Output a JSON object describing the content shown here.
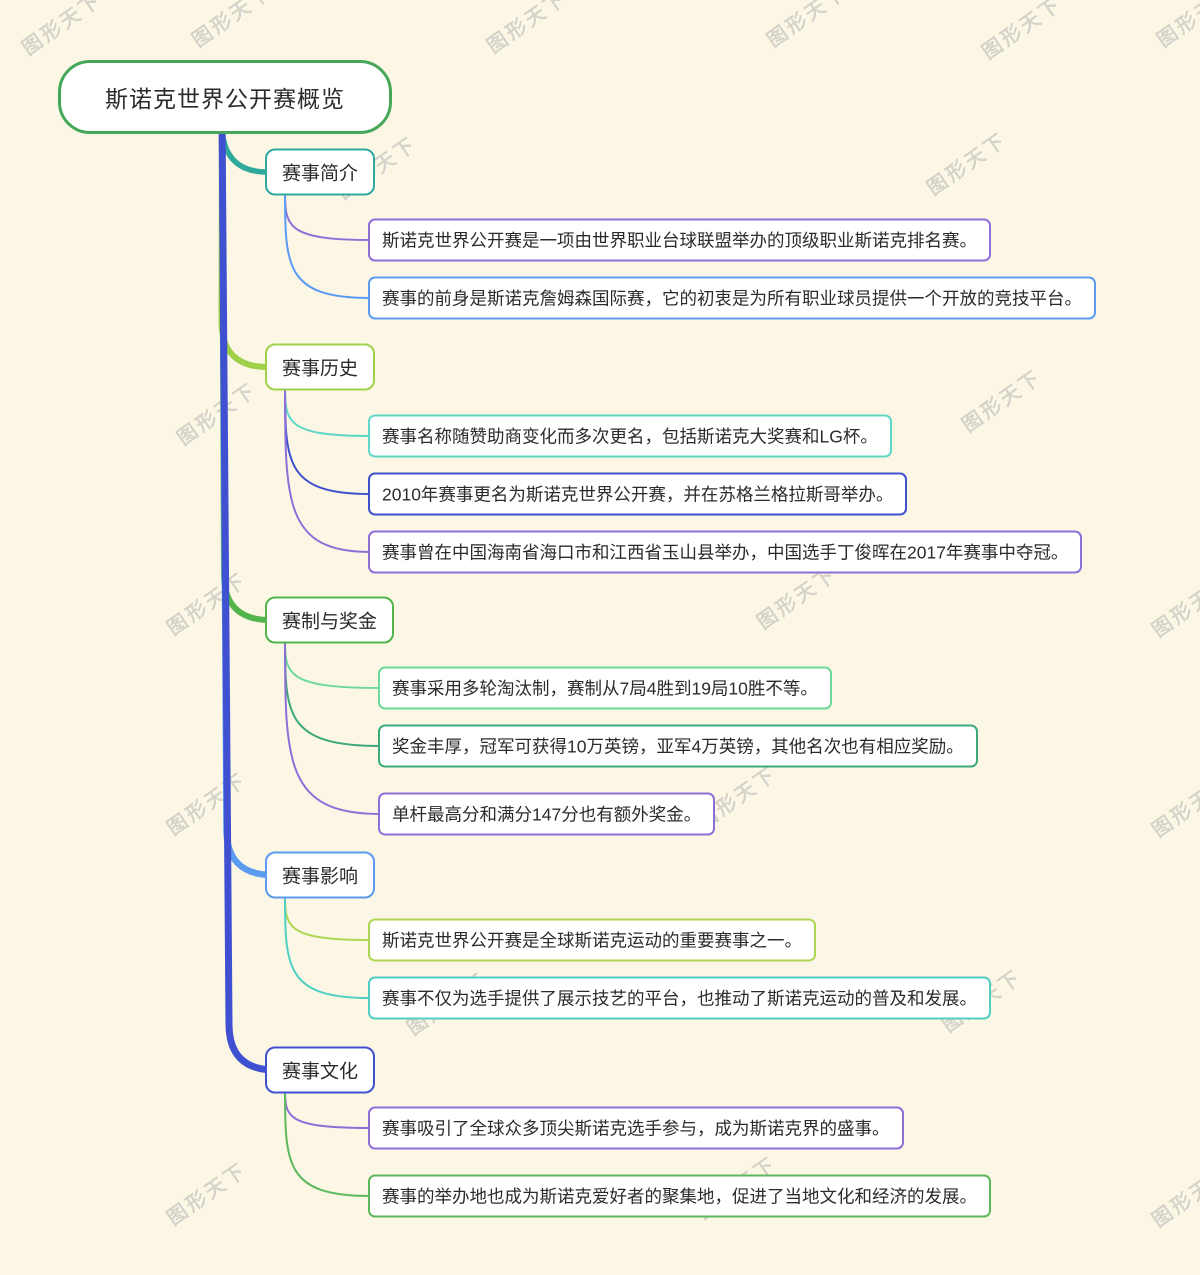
{
  "watermark": {
    "text": "图形天下"
  },
  "root": {
    "label": "斯诺克世界公开赛概览",
    "color": "#46A758"
  },
  "branches": [
    {
      "label": "赛事简介",
      "color": "#2FA99C",
      "children": [
        {
          "text": "斯诺克世界公开赛是一项由世界职业台球联盟举办的顶级职业斯诺克排名赛。",
          "color": "#8D6FD8"
        },
        {
          "text": "赛事的前身是斯诺克詹姆森国际赛，它的初衷是为所有职业球员提供一个开放的竞技平台。",
          "color": "#5B9BF5"
        }
      ]
    },
    {
      "label": "赛事历史",
      "color": "#9FD049",
      "children": [
        {
          "text": "赛事名称随赞助商变化而多次更名，包括斯诺克大奖赛和LG杯。",
          "color": "#5ED6C8"
        },
        {
          "text": "2010年赛事更名为斯诺克世界公开赛，并在苏格兰格拉斯哥举办。",
          "color": "#3F51CC"
        },
        {
          "text": "赛事曾在中国海南省海口市和江西省玉山县举办，中国选手丁俊晖在2017年赛事中夺冠。",
          "color": "#8D6FD8"
        }
      ]
    },
    {
      "label": "赛制与奖金",
      "color": "#52B54B",
      "children": [
        {
          "text": "赛事采用多轮淘汰制，赛制从7局4胜到19局10胜不等。",
          "color": "#6CD99A"
        },
        {
          "text": "奖金丰厚，冠军可获得10万英镑，亚军4万英镑，其他名次也有相应奖励。",
          "color": "#3BA97B"
        },
        {
          "text": "单杆最高分和满分147分也有额外奖金。",
          "color": "#8D6FD8"
        }
      ]
    },
    {
      "label": "赛事影响",
      "color": "#5B9BF0",
      "children": [
        {
          "text": "斯诺克世界公开赛是全球斯诺克运动的重要赛事之一。",
          "color": "#AED655"
        },
        {
          "text": "赛事不仅为选手提供了展示技艺的平台，也推动了斯诺克运动的普及和发展。",
          "color": "#52CFC5"
        }
      ]
    },
    {
      "label": "赛事文化",
      "color": "#3F51D1",
      "children": [
        {
          "text": "赛事吸引了全球众多顶尖斯诺克选手参与，成为斯诺克界的盛事。",
          "color": "#8D6FD8"
        },
        {
          "text": "赛事的举办地也成为斯诺克爱好者的聚集地，促进了当地文化和经济的发展。",
          "color": "#5CB85C"
        }
      ]
    }
  ]
}
